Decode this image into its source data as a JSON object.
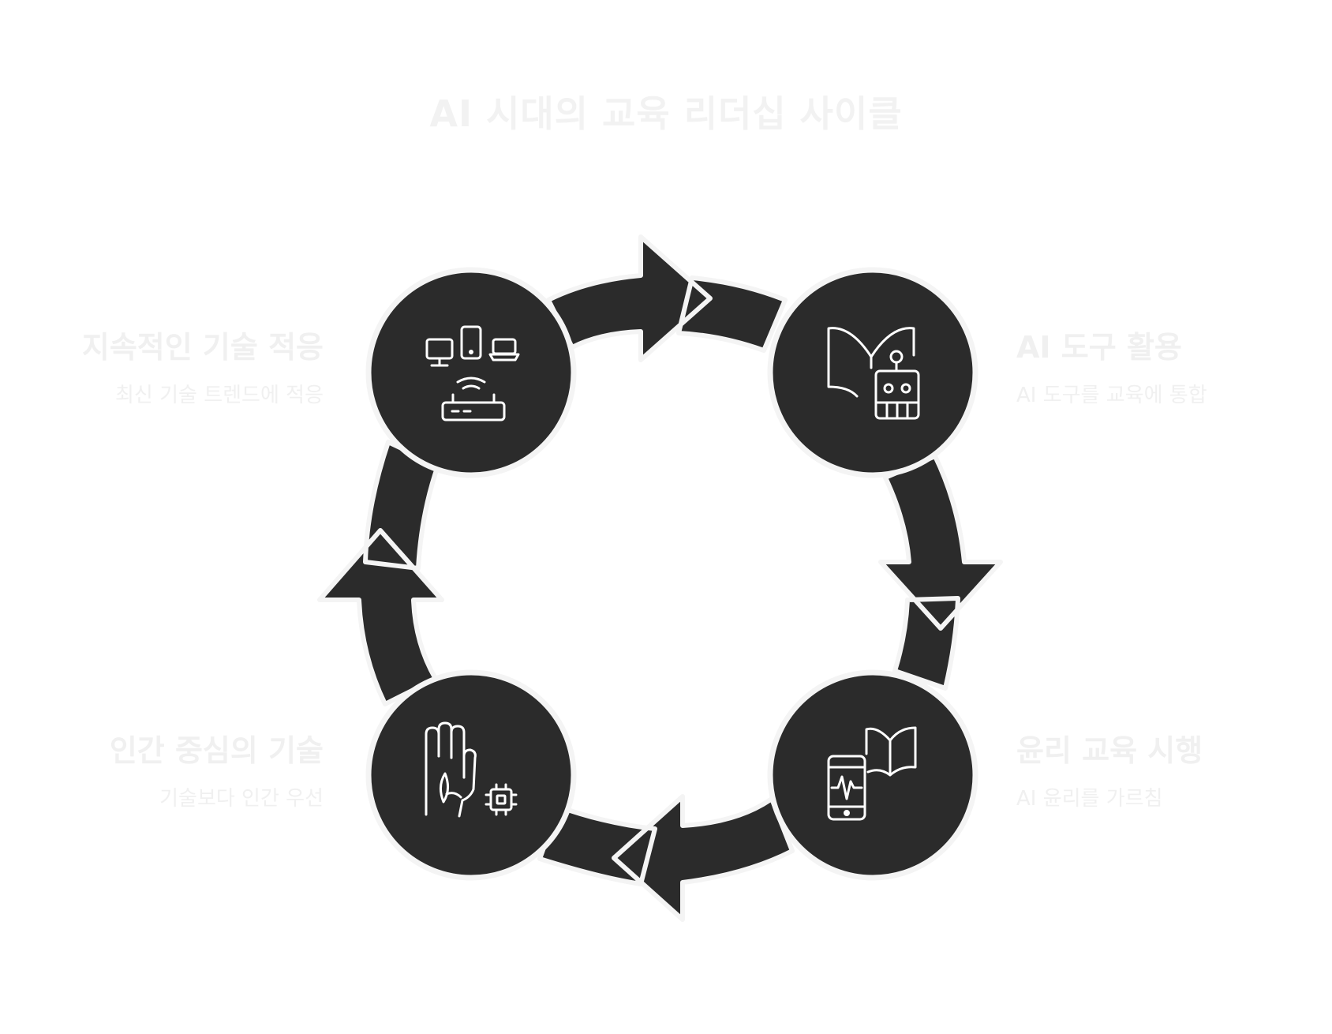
{
  "title": "AI 시대의 교육 리더십 사이클",
  "colors": {
    "node_fill": "#2b2b2b",
    "outline": "#f4f4f4",
    "icon_stroke": "#ffffff",
    "label_text": "#f0f0f0"
  },
  "steps": [
    {
      "id": "ai-tools",
      "title": "AI 도구 활용",
      "description": "AI 도구를 교육에 통합",
      "icon": "book-robot-icon"
    },
    {
      "id": "ethics-education",
      "title": "윤리 교육 시행",
      "description": "AI 윤리를 가르침",
      "icon": "phone-book-icon"
    },
    {
      "id": "human-centered",
      "title": "인간 중심의 기술",
      "description": "기술보다 인간 우선",
      "icon": "hand-chip-icon"
    },
    {
      "id": "continuous-adaptation",
      "title": "지속적인 기술 적응",
      "description": "최신 기술 트렌드에 적응",
      "icon": "devices-router-icon"
    }
  ]
}
